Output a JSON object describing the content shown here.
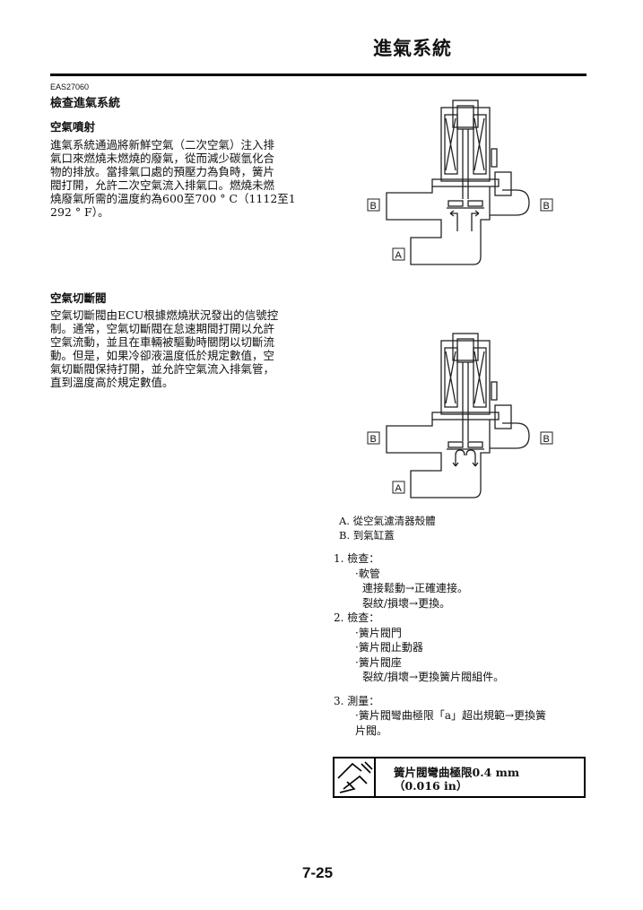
{
  "header": {
    "title": "進氣系統"
  },
  "section": {
    "code": "EAS27060",
    "title": "檢查進氣系統"
  },
  "air_injection": {
    "title": "空氣噴射",
    "lines": [
      "進氣系統通過將新鮮空氣（二次空氣）注入排",
      "氣口來燃燒未燃燒的廢氣，從而減少碳氫化合",
      "物的排放。當排氣口處的預壓力為負時，簧片",
      "閥打開，允許二次空氣流入排氣口。燃燒未燃",
      "燒廢氣所需的溫度約為600至700 ° C（1112至1",
      "292 ° F）。"
    ]
  },
  "air_cutoff": {
    "title": "空氣切斷閥",
    "lines": [
      "空氣切斷閥由ECU根據燃燒狀況發出的信號控",
      "制。通常，空氣切斷閥在怠速期間打開以允許",
      "空氣流動，並且在車輛被驅動時關閉以切斷流",
      "動。但是，如果冷卻液溫度低於規定數值，空",
      "氣切斷閥保持打開，並允許空氣流入排氣管，",
      "直到溫度高於規定數值。"
    ]
  },
  "diagrams": {
    "top": {
      "label_a": "A",
      "label_b_left": "B",
      "label_b_right": "B"
    },
    "bottom": {
      "label_a": "A",
      "label_b_left": "B",
      "label_b_right": "B"
    }
  },
  "legend": {
    "a": "A. 從空氣濾清器殼體",
    "b": "B. 到氣缸蓋"
  },
  "steps": {
    "step1": {
      "title": "1. 檢查：",
      "item": "·軟管",
      "details": [
        "連接鬆動→正確連接。",
        "裂紋/損壞→更換。"
      ]
    },
    "step2": {
      "title": "2. 檢查：",
      "items": [
        "·簧片閥門",
        "·簧片閥止動器",
        "·簧片閥座"
      ],
      "detail": "裂紋/損壞→更換簧片閥組件。"
    },
    "step3": {
      "title": "3. 測量：",
      "lines": [
        "·簧片閥彎曲極限「a」超出規範→更換簧",
        "片閥。"
      ]
    }
  },
  "spec": {
    "icon": "caliper-icon",
    "line1": "簧片閥彎曲極限0.4 mm",
    "line2": "（0.016 in）"
  },
  "page_number": "7-25"
}
